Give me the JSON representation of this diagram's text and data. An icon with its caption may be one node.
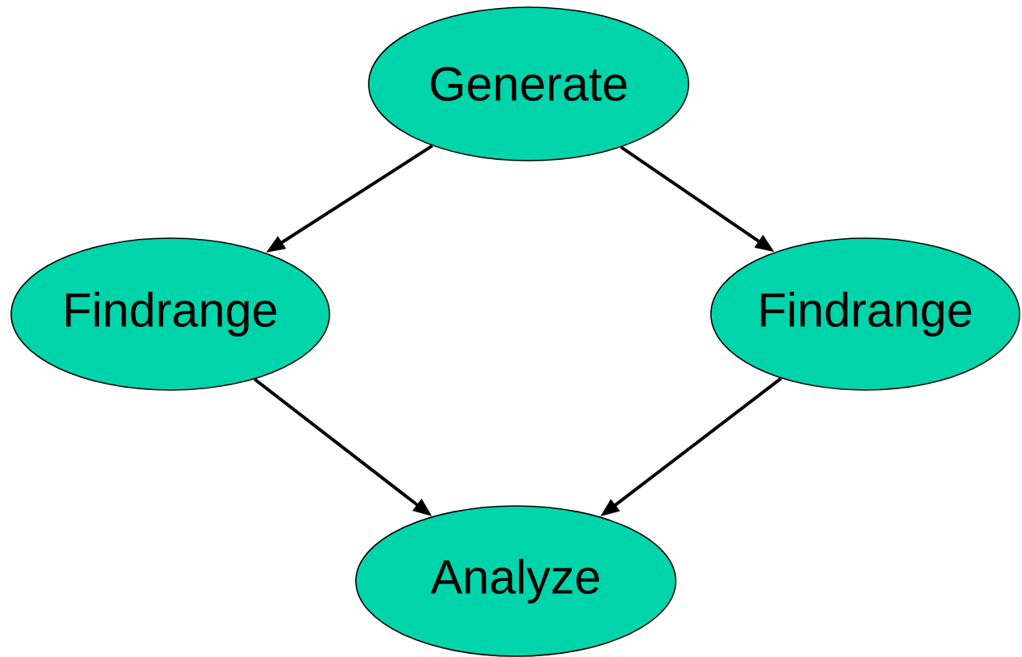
{
  "diagram": {
    "nodes": [
      {
        "text": [
          "Generate"
        ]
      },
      {
        "text": [
          "Findrange"
        ]
      },
      {
        "text": [
          "Findrange"
        ]
      },
      {
        "text": [
          "Analyze"
        ]
      }
    ],
    "edges": [
      {
        "from": 0,
        "to": 1,
        "arrow": "to"
      },
      {
        "from": 0,
        "to": 2,
        "arrow": "to"
      },
      {
        "from": 1,
        "to": 3,
        "arrow": "to"
      },
      {
        "from": 2,
        "to": 3,
        "arrow": "to"
      }
    ]
  }
}
